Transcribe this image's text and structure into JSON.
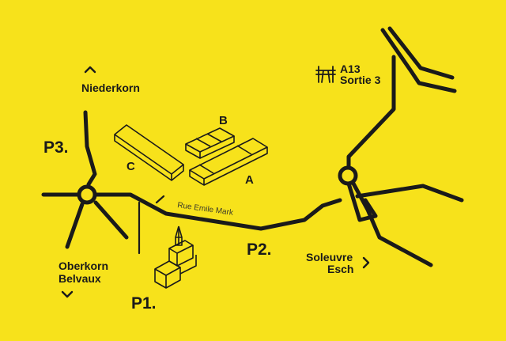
{
  "map": {
    "background_color": "#f7e21b",
    "ink_color": "#1a1a1a",
    "street_name": "Rue Emile Mark",
    "places": {
      "niederkorn": "Niederkorn",
      "oberkorn": "Oberkorn",
      "belvaux": "Belvaux",
      "soleuvre": "Soleuvre",
      "esch": "Esch"
    },
    "highway": {
      "name": "A13",
      "exit": "Sortie 3",
      "icon": "highway-icon"
    },
    "parkings": {
      "p1": "P1.",
      "p2": "P2.",
      "p3": "P3."
    },
    "buildings": {
      "a": "A",
      "b": "B",
      "c": "C"
    },
    "landmark_icon": "church-icon",
    "direction_icons": {
      "north": "chevron-up-icon",
      "south": "chevron-down-icon",
      "east": "chevron-right-icon"
    }
  }
}
